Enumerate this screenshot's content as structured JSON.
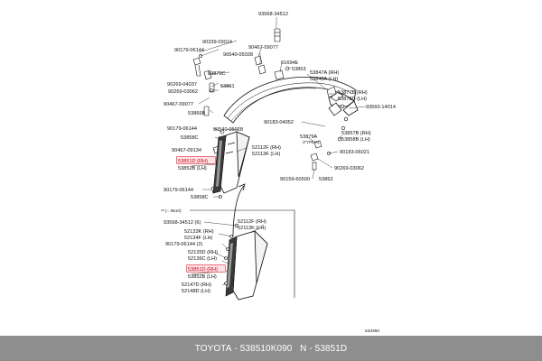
{
  "footer": {
    "brand": "TOYOTA",
    "sep1": " - ",
    "part_number": "538510K090",
    "gap": "   ",
    "n_label": "N",
    "sep2": " - ",
    "n_value": "53851D"
  },
  "diagram_code": "533390",
  "labels": {
    "p93568_34512": "93568-34512",
    "p90339_03014": "90339-03014",
    "p90467_09077_top": "90467-09077",
    "p90179_06144_a": "90179-06144",
    "p90540_05028_a": "90540-05028",
    "p61694E": "61694E",
    "p53879C": "53879C",
    "p53853": "53853",
    "p53847A": "53847A (RH)",
    "p53848A": "53848A (LH)",
    "p90269_04037": "90269-04037",
    "p53861": "53861",
    "p90269_03062_a": "90269-03062",
    "p53877B": "53877B (RH)",
    "p53878D": "53878D (LH)",
    "p90467_09077_b": "90467-09077",
    "p93560_14014": "93560-14014",
    "p53866B": "53866B",
    "p90183_04052": "90183-04052",
    "p90179_06144_b": "90179-06144",
    "p90540_05028_b": "90540-05028",
    "p53879A": "53879A",
    "p53879A_sub": "(TYPE A)",
    "p53857B": "53857B (RH)",
    "p53858B": "53858B (LH)",
    "p53858C": "53858C",
    "p52112F": "52112F (RH)",
    "p52113K": "52113K (LH)",
    "p90467_09134": "90467-09134",
    "p90183_06021": "90183-06021",
    "p53851D_a": "53851D (RH)",
    "p53852B_a": "53852B (LH)",
    "p90269_03062_b": "90269-03062",
    "p90159_60500": "90159-60500",
    "p53862": "53862",
    "p90179_06144_c": "90179-06144",
    "p53858C_b": "53858C",
    "p9510": "(-- 9510)",
    "p93568_34512_6": "93568-34512 (6)",
    "p52112F_b": "52112F (RH)",
    "p52113K_b": "52113K (LH)",
    "p52133K": "52133K (RH)",
    "p52134F": "52134F (LH)",
    "p90179_06144_2": "90179-06144 (2)",
    "p52135D": "52135D (RH)",
    "p52136C": "52136C (LH)",
    "p53851D_b": "53851D (RH)",
    "p53852B_b": "53852B (LH)",
    "p52147D": "52147D (RH)",
    "p52148D": "52148D (LH)"
  }
}
